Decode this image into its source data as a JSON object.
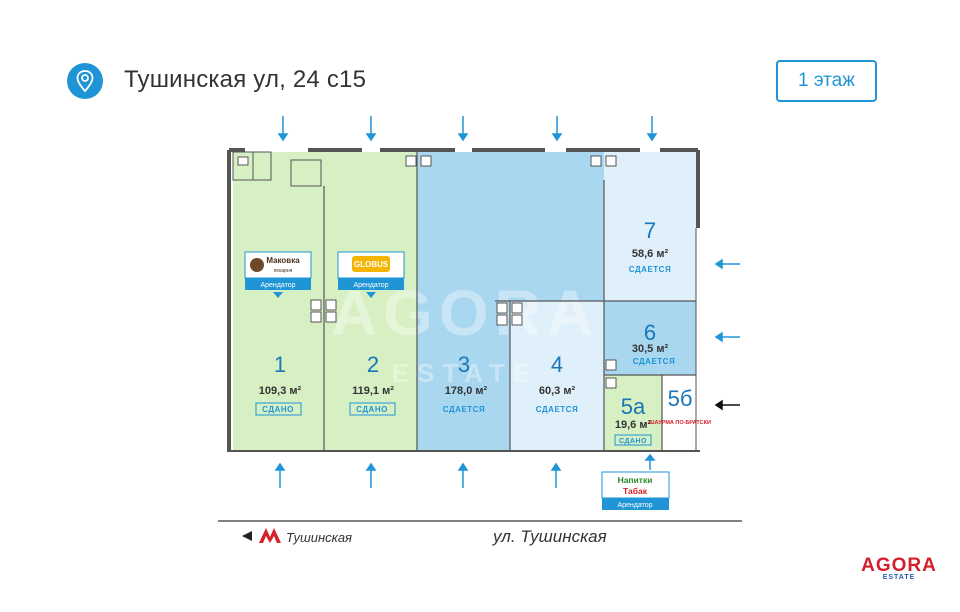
{
  "header": {
    "address": "Тушинская ул, 24 с15",
    "floor_button": "1 этаж",
    "location_icon": "map-pin-icon"
  },
  "plan": {
    "units": [
      {
        "id": "1",
        "area": "109,3 м²",
        "status": "СДАНО",
        "tenant_label": "Арендатор",
        "tenant_brand": "Маковка",
        "tenant_sub": "пекарня"
      },
      {
        "id": "2",
        "area": "119,1 м²",
        "status": "СДАНО",
        "tenant_label": "Арендатор",
        "tenant_brand": "GLOBUS"
      },
      {
        "id": "3",
        "area": "178,0 м²",
        "status": "СДАЕТСЯ"
      },
      {
        "id": "4",
        "area": "60,3 м²",
        "status": "СДАЕТСЯ"
      },
      {
        "id": "5а",
        "area": "19,6 м²",
        "status": "СДАНО"
      },
      {
        "id": "5б",
        "note": "ШАУРМА ПО-БРАТСКИ"
      },
      {
        "id": "6",
        "area": "30,5 м²",
        "status": "СДАЕТСЯ"
      },
      {
        "id": "7",
        "area": "58,6 м²",
        "status": "СДАЕТСЯ"
      }
    ],
    "tenant_5a": {
      "line1": "Напитки",
      "line2": "Табак",
      "label": "Арендатор"
    },
    "watermark": "AGORA ESTATE"
  },
  "street": {
    "metro_station": "Тушинская",
    "street_name": "ул. Тушинская"
  },
  "logo": {
    "main": "AGORA",
    "sub": "ESTATE"
  },
  "colors": {
    "rented": "#d6f0c4",
    "available_dark": "#a9d7f0",
    "available_light": "#e0f0fa",
    "accent": "#1f95d6",
    "brand_red": "#d4202a"
  }
}
